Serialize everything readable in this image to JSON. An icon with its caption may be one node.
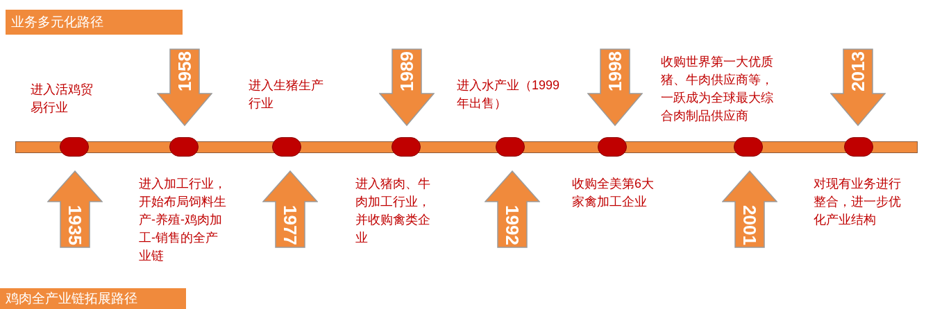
{
  "diagram": {
    "nodes": [
      {
        "text": [
          "业务多元化路径"
        ]
      },
      {
        "text": [
          "1935"
        ]
      },
      {
        "text": [
          "1958"
        ]
      },
      {
        "text": [
          "1977"
        ]
      },
      {
        "text": [
          "1989"
        ]
      },
      {
        "text": [
          "1992"
        ]
      },
      {
        "text": [
          "1998"
        ]
      },
      {
        "text": [
          "2001"
        ]
      },
      {
        "text": [
          "2013"
        ]
      },
      {
        "text": [],
        "shape": "bar"
      },
      {
        "text": [],
        "shape": "circle",
        "in": 9
      },
      {
        "text": [],
        "shape": "circle",
        "in": 9
      },
      {
        "text": [],
        "shape": "circle",
        "in": 9
      },
      {
        "text": [],
        "shape": "circle",
        "in": 9
      },
      {
        "text": [],
        "shape": "circle",
        "in": 9
      },
      {
        "text": [],
        "shape": "circle",
        "in": 9
      },
      {
        "text": [],
        "shape": "circle",
        "in": 9
      },
      {
        "text": [],
        "shape": "circle",
        "in": 9
      },
      {
        "text": [
          "鸡肉全产业链拓展路径"
        ]
      }
    ],
    "edges": [],
    "labels": [
      "进入活鸡贸易行业",
      "进入加工行业，开始布局饲料生产-养殖-鸡肉加工-销售的全产业链",
      "进入生猪生产行业",
      "进入猪肉、牛肉加工行业，并收购禽类企业",
      "进入水产业（1999年出售）",
      "收购全美第6大家禽加工企业",
      "收购世界第一大优质猪、牛肉供应商等，一跃成为全球最大综合肉制品供应商",
      "对现有业务进行整合，进一步优化产业结构"
    ]
  }
}
